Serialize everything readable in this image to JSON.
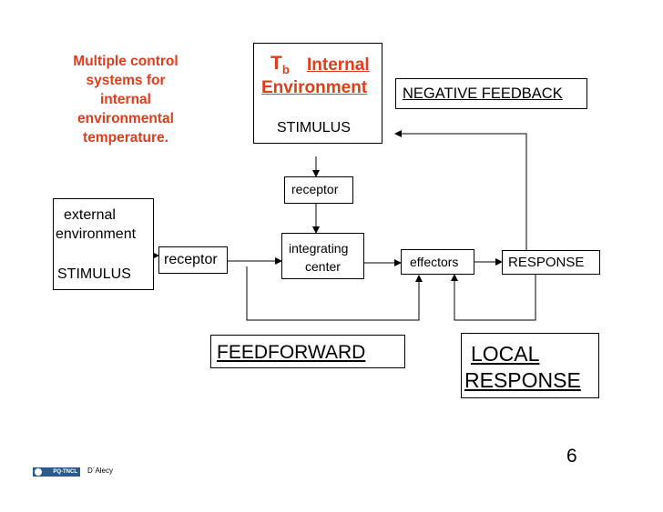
{
  "title_lines": [
    "Multiple control",
    "systems for",
    "internal",
    "environmental",
    "temperature."
  ],
  "internal_box": {
    "symbol": "T",
    "subscript": "b",
    "line1": "Internal",
    "line2": "Environment",
    "stimulus": "STIMULUS"
  },
  "negative_feedback": "NEGATIVE FEEDBACK",
  "receptor_top": "receptor",
  "external_box": {
    "line1": "external",
    "line2": "environment",
    "stimulus": "STIMULUS"
  },
  "receptor_left": "receptor",
  "integrating_center": {
    "line1": "integrating",
    "line2": "center"
  },
  "effectors": "effectors",
  "response": "RESPONSE",
  "feedforward": "FEEDFORWARD",
  "local_response": {
    "line1": "LOCAL",
    "line2": "RESPONSE"
  },
  "page_number": "6",
  "footer": {
    "logo_text": "PQ-TNCL",
    "author": "D´Alecy"
  },
  "colors": {
    "accent_red": "#e03c1e",
    "logo_blue": "#2b5a8f"
  }
}
